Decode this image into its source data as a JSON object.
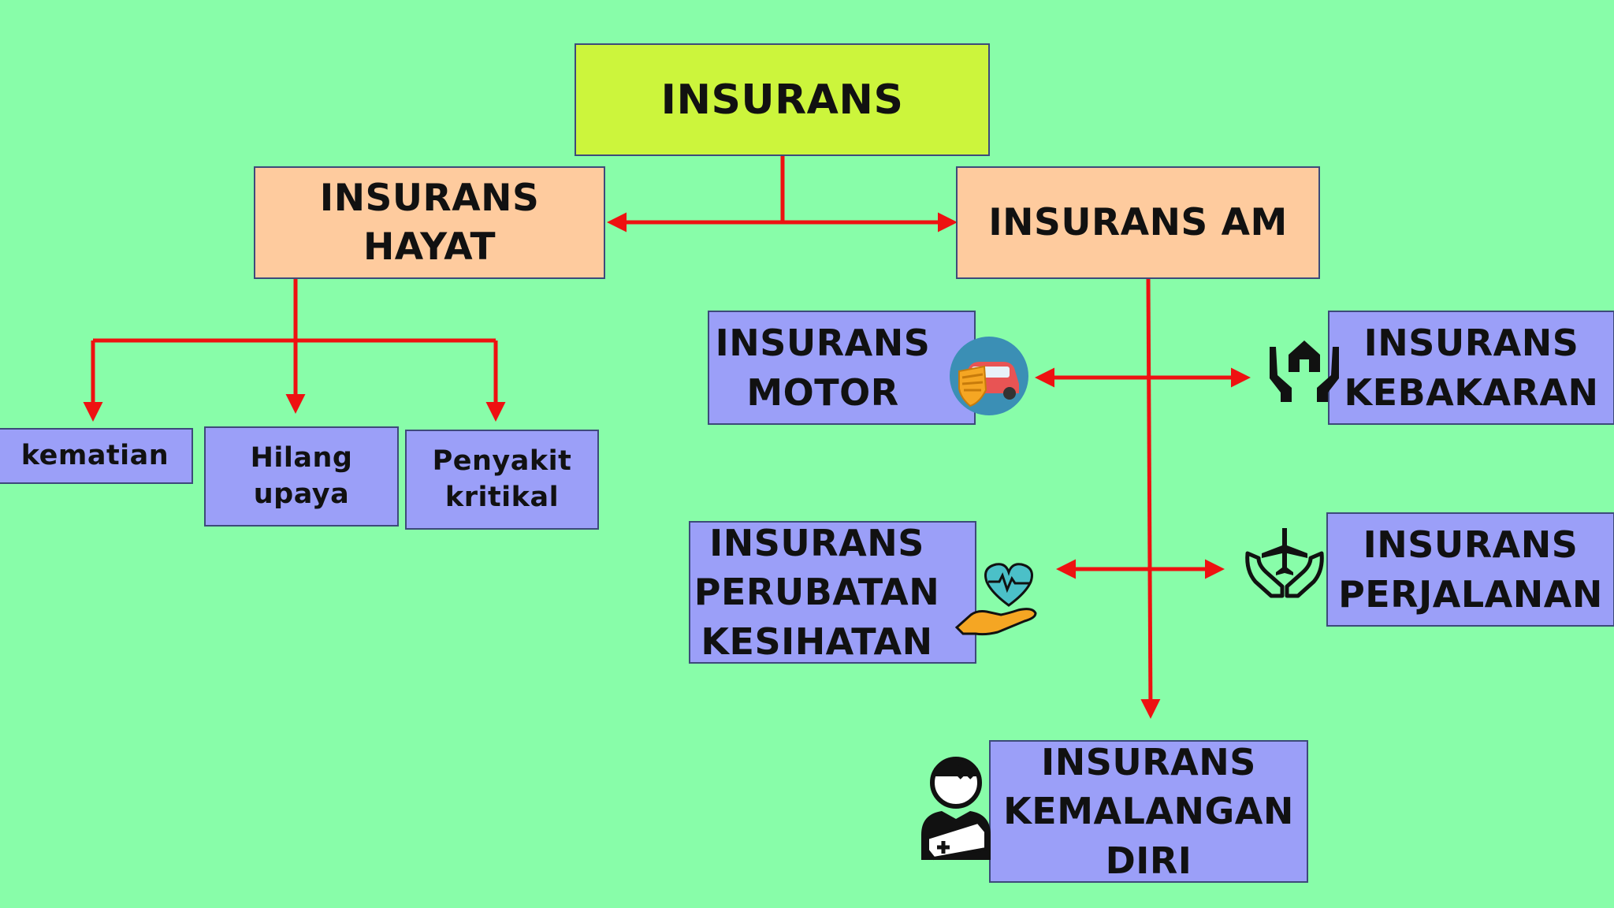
{
  "root": {
    "label": "INSURANS"
  },
  "life": {
    "label": "INSURANS\nHAYAT",
    "children": [
      "kematian",
      "Hilang\nupaya",
      "Penyakit\nkritikal"
    ]
  },
  "general": {
    "label": "INSURANS AM",
    "motor": "INSURANS\nMOTOR",
    "fire": "INSURANS\nKEBAKARAN",
    "medical": "INSURANS\nPERUBATAN\nKESIHATAN",
    "travel": "INSURANS\nPERJALANAN",
    "accident": "INSURANS\nKEMALANGAN\nDIRI"
  },
  "icons": {
    "motor": "car-shield-icon",
    "fire": "hands-house-icon",
    "medical": "heart-hand-icon",
    "travel": "hands-plane-icon",
    "accident": "injured-person-icon"
  },
  "colors": {
    "background": "#88fda9",
    "root_fill": "#ccf53c",
    "category_fill": "#fecb9e",
    "type_fill": "#9b9ff8",
    "connector": "#ee1111"
  }
}
